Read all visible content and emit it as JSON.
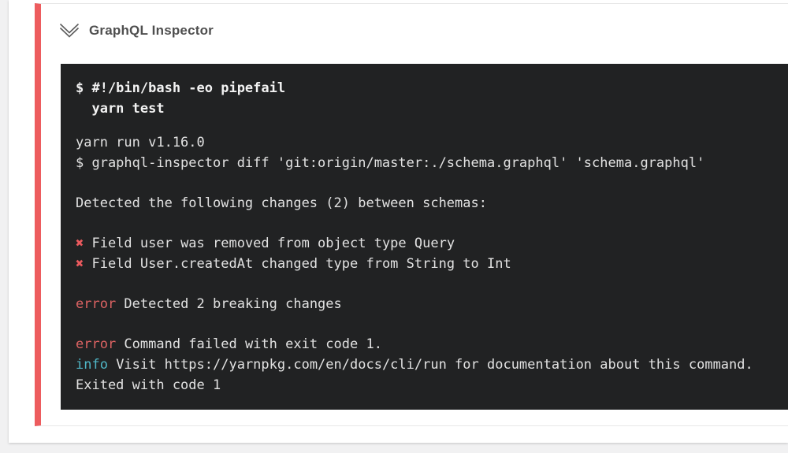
{
  "colors": {
    "page_bg": "#f1f1f2",
    "panel_bg": "#ffffff",
    "card_border": "#e7e7e7",
    "accent_red": "#ed5c5e",
    "terminal_bg": "#212223",
    "terminal_text": "#e2e2e2",
    "terminal_bold_text": "#f2f2f2",
    "error_red": "#dd6363",
    "x_red": "#ea5a5e",
    "info_cyan": "#4fb6c6",
    "title_gray": "#4f4f4f"
  },
  "step": {
    "title": "GraphQL Inspector",
    "collapse_icon": "chevron-double-down-icon",
    "status": "failed"
  },
  "terminal": {
    "lines": [
      {
        "kind": "cmd",
        "text": "$ #!/bin/bash -eo pipefail"
      },
      {
        "kind": "cmd",
        "text": "  yarn test"
      },
      {
        "kind": "gap",
        "height": 17
      },
      {
        "kind": "plain",
        "text": "yarn run v1.16.0"
      },
      {
        "kind": "plain",
        "text": "$ graphql-inspector diff 'git:origin/master:./schema.graphql' 'schema.graphql'"
      },
      {
        "kind": "gap",
        "height": 25
      },
      {
        "kind": "plain",
        "text": "Detected the following changes (2) between schemas:"
      },
      {
        "kind": "gap",
        "height": 25
      },
      {
        "kind": "mark",
        "prefix": "✖",
        "text": "Field user was removed from object type Query"
      },
      {
        "kind": "mark",
        "prefix": "✖",
        "text": "Field User.createdAt changed type from String to Int"
      },
      {
        "kind": "gap",
        "height": 25
      },
      {
        "kind": "label",
        "prefix": "error",
        "text": "Detected 2 breaking changes"
      },
      {
        "kind": "gap",
        "height": 25
      },
      {
        "kind": "label",
        "prefix": "error",
        "text": "Command failed with exit code 1."
      },
      {
        "kind": "label",
        "prefix": "info",
        "text": "Visit https://yarnpkg.com/en/docs/cli/run for documentation about this command."
      },
      {
        "kind": "plain",
        "text": "Exited with code 1"
      }
    ]
  }
}
